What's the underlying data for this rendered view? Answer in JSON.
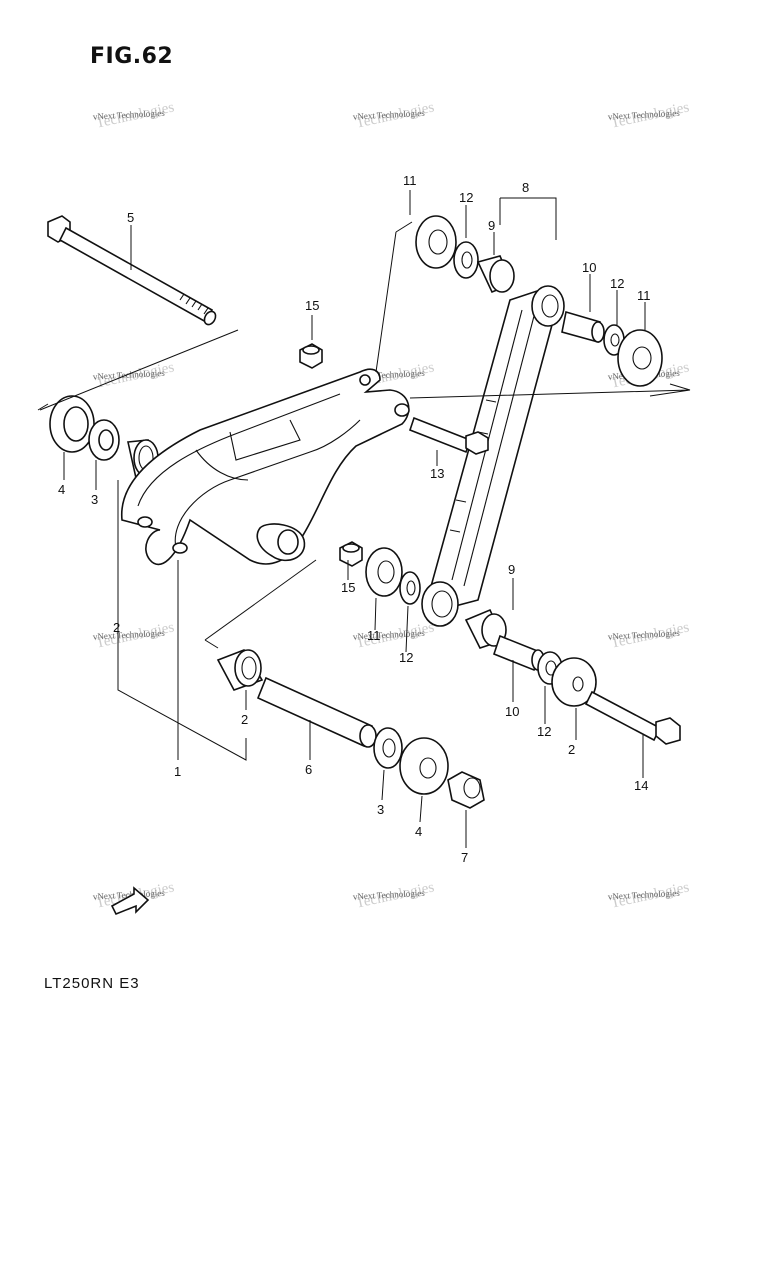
{
  "figure": {
    "title": "FIG.62",
    "model_code": "LT250RN  E3"
  },
  "watermark": {
    "brand": "vNext Technologies",
    "small": "Technologies"
  },
  "part_labels": [
    "1",
    "2",
    "2",
    "3",
    "3",
    "4",
    "4",
    "5",
    "6",
    "7",
    "8",
    "9",
    "9",
    "10",
    "10",
    "11",
    "11",
    "11",
    "12",
    "12",
    "12",
    "12",
    "13",
    "14",
    "15",
    "15"
  ],
  "colors": {
    "ink": "#111111",
    "paper": "#ffffff",
    "watermark": "#999999"
  }
}
